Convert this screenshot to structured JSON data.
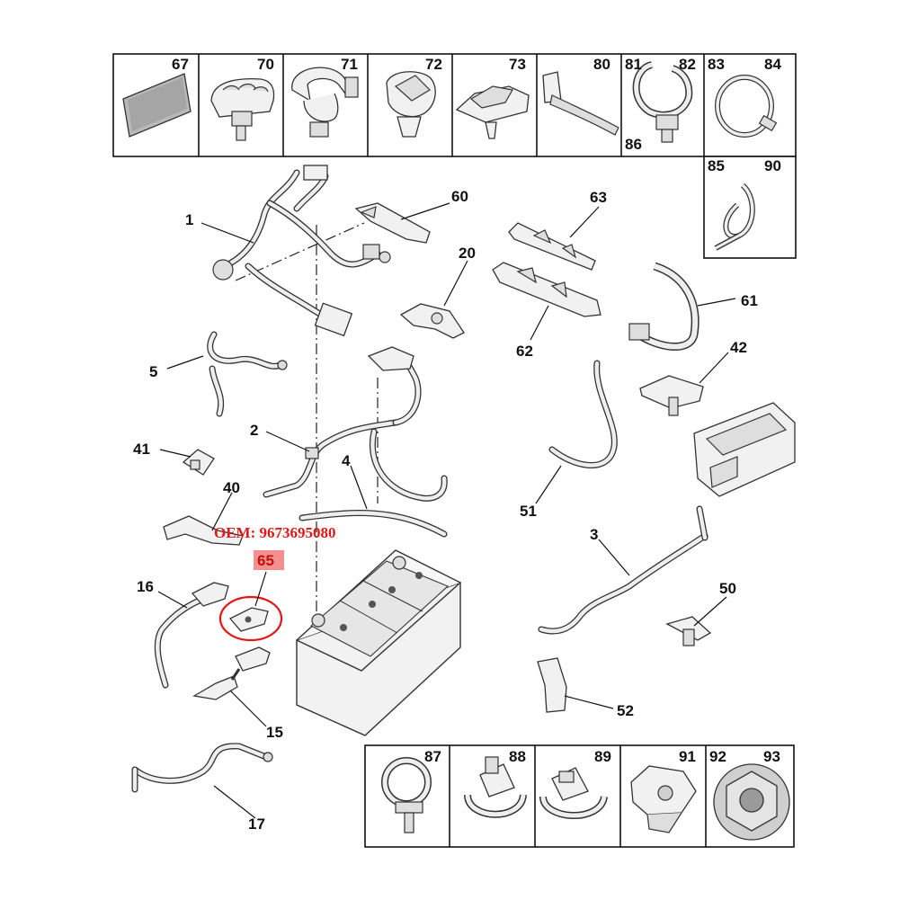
{
  "labels": {
    "n67": "67",
    "n70": "70",
    "n71": "71",
    "n72": "72",
    "n73": "73",
    "n80": "80",
    "n81": "81",
    "n82": "82",
    "n83": "83",
    "n84": "84",
    "n86": "86",
    "n85": "85",
    "n90": "90",
    "n1": "1",
    "n60": "60",
    "n63": "63",
    "n20": "20",
    "n61": "61",
    "n62": "62",
    "n42": "42",
    "n5": "5",
    "n2": "2",
    "n41": "41",
    "n4": "4",
    "n40": "40",
    "n51": "51",
    "n3": "3",
    "n65": "65",
    "n16": "16",
    "n50": "50",
    "n52": "52",
    "n15": "15",
    "n17": "17",
    "n87": "87",
    "n88": "88",
    "n89": "89",
    "n91": "91",
    "n92": "92",
    "n93": "93"
  },
  "watermark": "OEM: 9673695080",
  "highlight_color": "#e01818"
}
